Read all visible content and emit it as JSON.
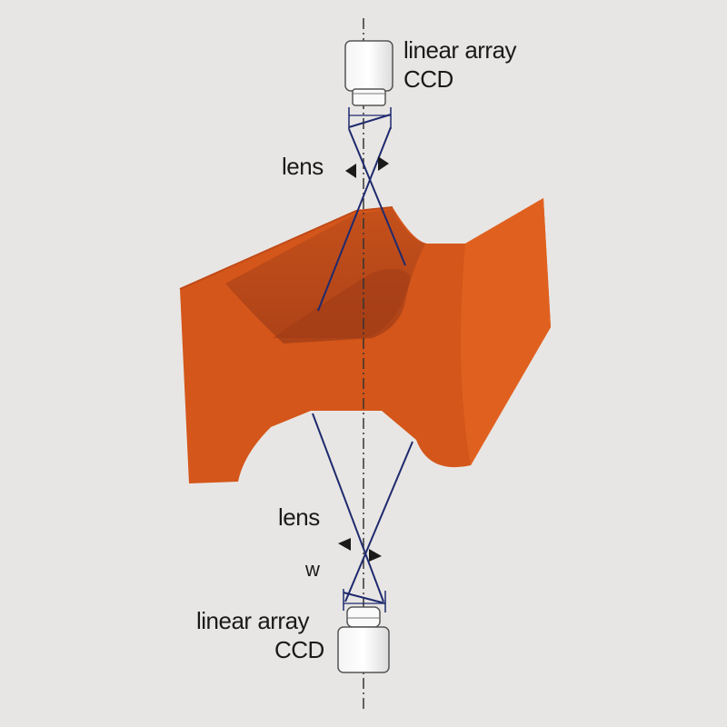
{
  "labels": {
    "top_ccd_line1": "linear array",
    "top_ccd_line2": "CCD",
    "top_lens": "lens",
    "bottom_lens": "lens",
    "width_marker": "w",
    "bottom_ccd_line1": "linear array",
    "bottom_ccd_line2": "CCD"
  },
  "colors": {
    "background": "#e8e6e4",
    "workpiece_front": "#d4561a",
    "workpiece_side": "#e05f1c",
    "workpiece_groove": "#b8461a",
    "light_rays": "#1e2a6e",
    "axis_line": "#333333",
    "camera_outline": "#555555"
  }
}
